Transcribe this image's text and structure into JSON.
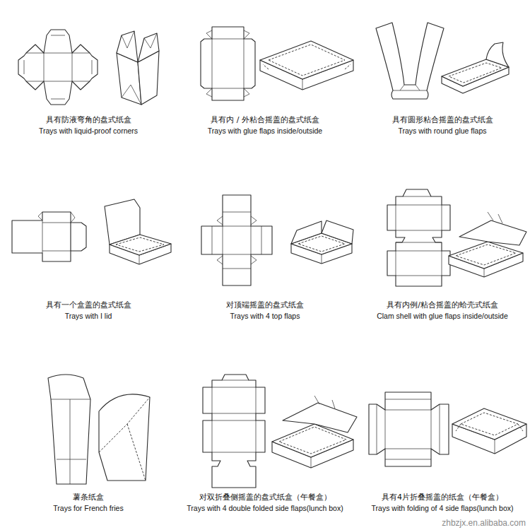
{
  "diagram": {
    "labels": [
      "具有防液弯角的盘式纸盒",
      "Trays with liquid-proof corners",
      "具有内 / 外粘合摇盖的盘式纸盒",
      "Trays with glue flaps inside/outside",
      "具有圆形粘合摇盖的盘式纸盒",
      "Trays with round glue flaps",
      "具有一个盒盖的盘式纸盒",
      "Trays with I lid",
      "对顶端摇盖的盘式纸盒",
      "Trays with 4 top flaps",
      "具有内例/粘合摇盖的蛤壳式纸盒",
      "Clam shell with glue flaps inside/outside",
      "薯条纸盒",
      "Trays for French fries",
      "对双折叠侧摇盖的盘式纸盒（午餐盒）",
      "Trays with 4 double folded side flaps(lunch box)",
      "具有4片折叠摇盖的纸盒（午餐盒）",
      "Trays with folding of 4 side flaps(lunch box)",
      "zhbzjx.en.alibaba.com"
    ]
  }
}
